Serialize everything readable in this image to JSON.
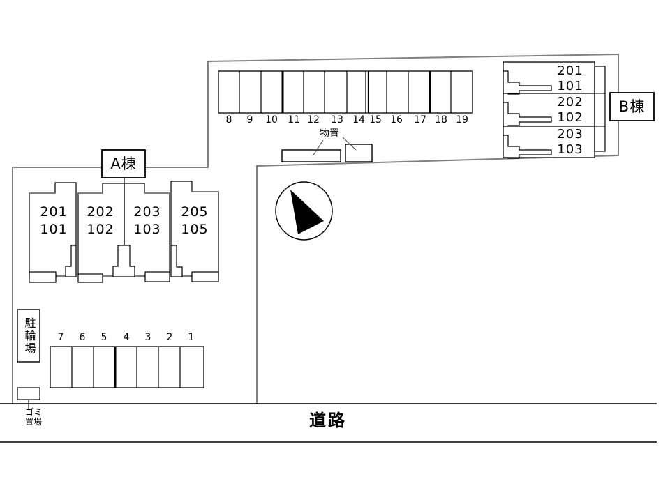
{
  "site": {
    "buildings": {
      "a": {
        "label": "A棟",
        "units": [
          {
            "upper": "201",
            "lower": "101"
          },
          {
            "upper": "202",
            "lower": "102"
          },
          {
            "upper": "203",
            "lower": "103"
          },
          {
            "upper": "205",
            "lower": "105"
          }
        ]
      },
      "b": {
        "label": "B棟",
        "units": [
          {
            "upper": "201",
            "lower": "101"
          },
          {
            "upper": "202",
            "lower": "102"
          },
          {
            "upper": "203",
            "lower": "103"
          }
        ]
      }
    },
    "parking": {
      "top_row_stalls": [
        "8",
        "9",
        "10",
        "11",
        "12",
        "13",
        "14",
        "15",
        "16",
        "17",
        "18",
        "19"
      ],
      "lower_row_stalls": [
        "7",
        "6",
        "5",
        "4",
        "3",
        "2",
        "1"
      ]
    },
    "labels": {
      "storage": "物置",
      "bicycle_parking": "駐輪場",
      "garbage": "ゴミ\n置場",
      "road": "道路"
    },
    "icons": {
      "compass": "north-arrow"
    },
    "colors": {
      "boundary": "#808080",
      "line": "#000000",
      "background": "#ffffff"
    }
  }
}
